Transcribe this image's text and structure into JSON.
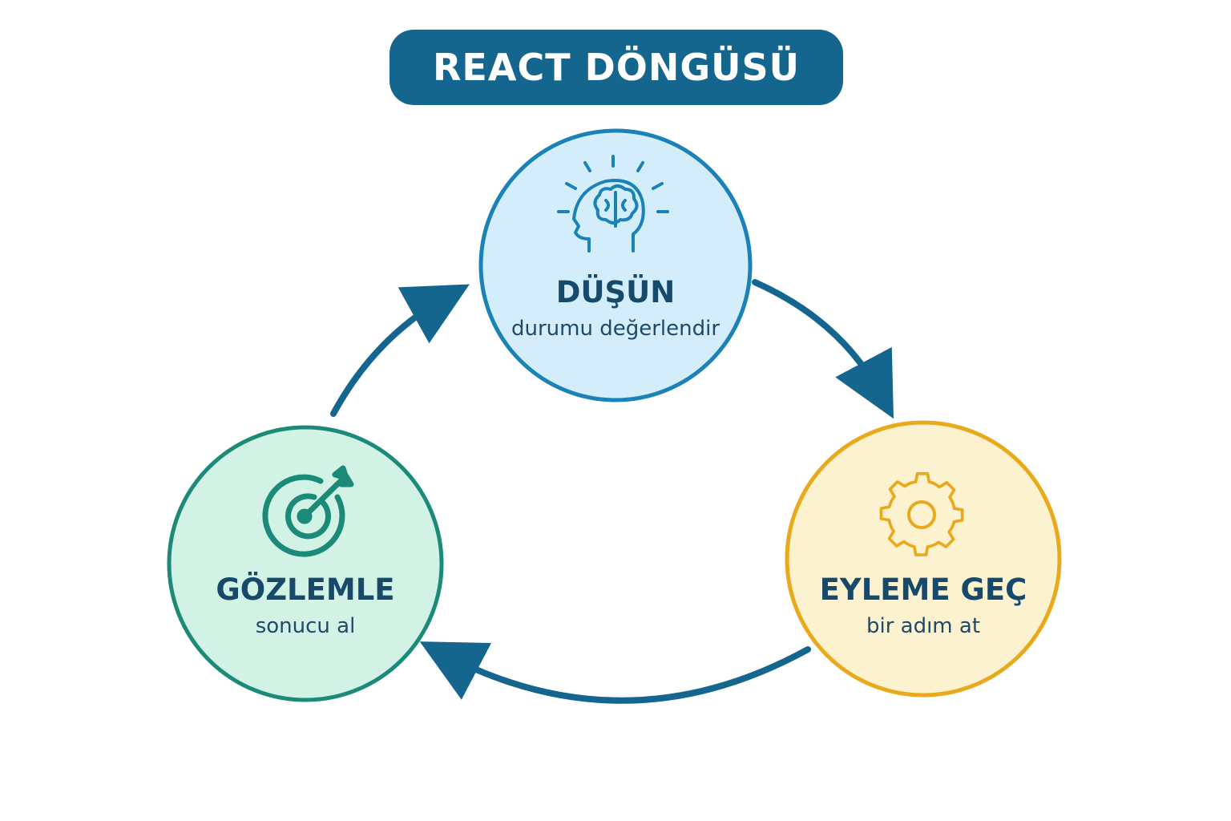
{
  "title": "REACT DÖNGÜSÜ",
  "colors": {
    "title_bg": "#15668f",
    "arrow": "#15668f",
    "think_fill": "#d3eefa",
    "think_stroke": "#1a82b6",
    "act_fill": "#fdf2cf",
    "act_stroke": "#e8aa1c",
    "observe_fill": "#d3f2e6",
    "observe_stroke": "#1b8a78",
    "label_text": "#17496b"
  },
  "nodes": {
    "think": {
      "name": "DÜŞÜN",
      "subtitle": "durumu değerlendir",
      "icon": "head-brain-icon"
    },
    "act": {
      "name": "EYLEME GEÇ",
      "subtitle": "bir adım at",
      "icon": "gear-icon"
    },
    "observe": {
      "name": "GÖZLEMLE",
      "subtitle": "sonucu al",
      "icon": "target-icon"
    }
  },
  "edges": [
    {
      "from": "observe",
      "to": "think"
    },
    {
      "from": "think",
      "to": "act"
    },
    {
      "from": "act",
      "to": "observe"
    }
  ]
}
